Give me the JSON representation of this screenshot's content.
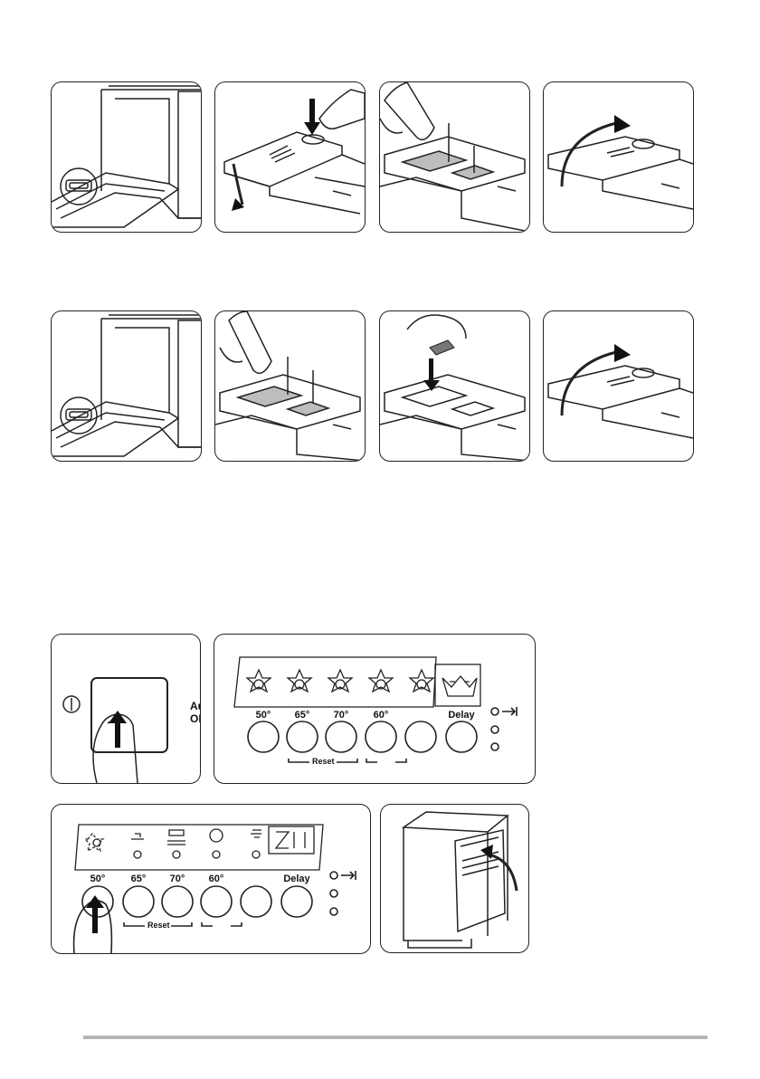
{
  "control_panel": {
    "power_label": "Auto OFF",
    "buttons_top": [
      "50°",
      "65°",
      "70°",
      "60°",
      "",
      "Delay"
    ],
    "reset_label": "Reset"
  },
  "control_panel_press": {
    "buttons": [
      "50°",
      "65°",
      "70°",
      "60°",
      "",
      "Delay"
    ],
    "reset_label": "Reset"
  }
}
